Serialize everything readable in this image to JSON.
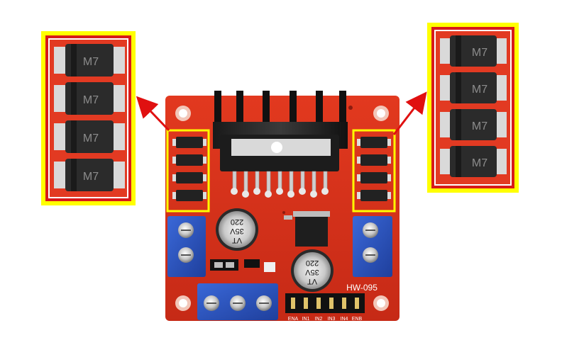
{
  "board": {
    "model": "HW-095",
    "pcb_color": "#d8321f",
    "highlight_color": "#ffff00",
    "arrow_color": "#e01010"
  },
  "diodes": {
    "marking": "M7",
    "count_per_side": 4
  },
  "capacitors": [
    {
      "value": "220",
      "voltage": "35V",
      "series": "VT"
    },
    {
      "value": "220",
      "voltage": "35V",
      "series": "VT"
    }
  ],
  "header_pins": [
    "ENA",
    "IN1",
    "IN2",
    "IN3",
    "IN4",
    "ENB"
  ],
  "terminal_blocks": [
    {
      "position": "left",
      "screws": 2
    },
    {
      "position": "right",
      "screws": 2
    },
    {
      "position": "bottom",
      "screws": 3
    }
  ],
  "callouts": [
    {
      "side": "left"
    },
    {
      "side": "right"
    }
  ]
}
